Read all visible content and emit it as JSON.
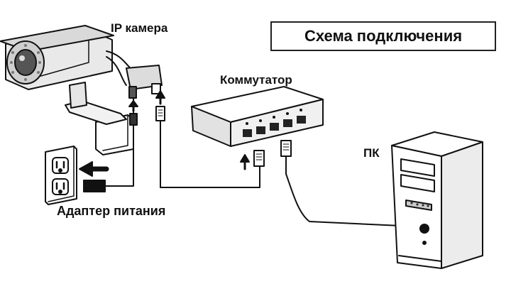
{
  "title": "Схема подключения",
  "labels": {
    "camera": "IP камера",
    "switch": "Коммутатор",
    "pc": "ПК",
    "adapter": "Адаптер питания"
  },
  "icons": [
    "ip-camera-icon",
    "network-switch-icon",
    "pc-tower-icon",
    "power-outlet-icon",
    "power-plug-icon",
    "ethernet-connector-icon",
    "arrow-icon"
  ],
  "colors": {
    "line": "#111111",
    "background": "#ffffff"
  }
}
